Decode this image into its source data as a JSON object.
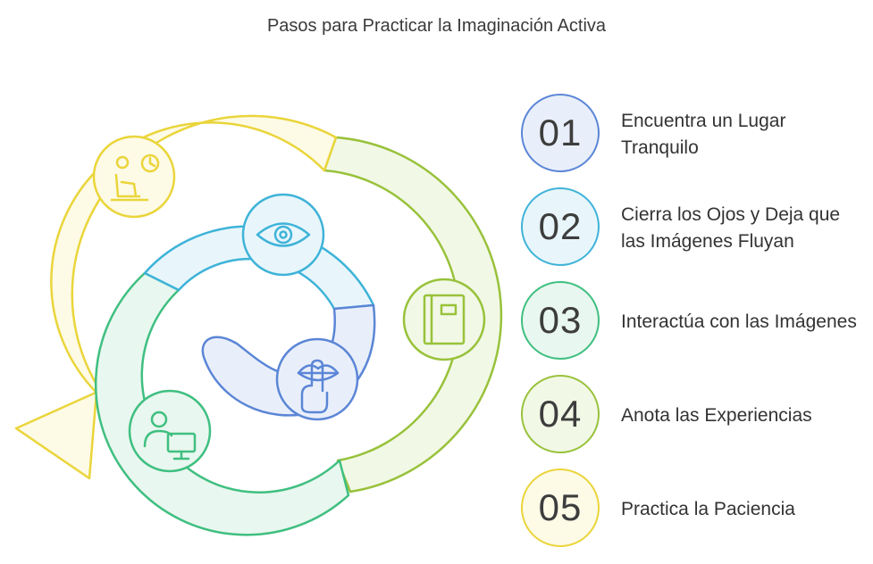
{
  "title": "Pasos para Practicar la Imaginación Activa",
  "steps": [
    {
      "number": "01",
      "label": "Encuentra un Lugar Tranquilo",
      "icon": "person-waiting-icon",
      "border": "#5b86d6",
      "fill": "#e9effa"
    },
    {
      "number": "02",
      "label": "Cierra los Ojos y Deja que las Imágenes Fluyan",
      "icon": "eye-icon",
      "border": "#3fb3d8",
      "fill": "#e8f6fb"
    },
    {
      "number": "03",
      "label": "Interactúa con las Imágenes",
      "icon": "person-computer-icon",
      "border": "#3fbf80",
      "fill": "#e8f7ef"
    },
    {
      "number": "04",
      "label": "Anota las Experiencias",
      "icon": "notebook-icon",
      "border": "#98c23b",
      "fill": "#f2f8e6"
    },
    {
      "number": "05",
      "label": "Practica la Paciencia",
      "icon": "silence-icon",
      "border": "#ead53a",
      "fill": "#fdfae6"
    }
  ]
}
